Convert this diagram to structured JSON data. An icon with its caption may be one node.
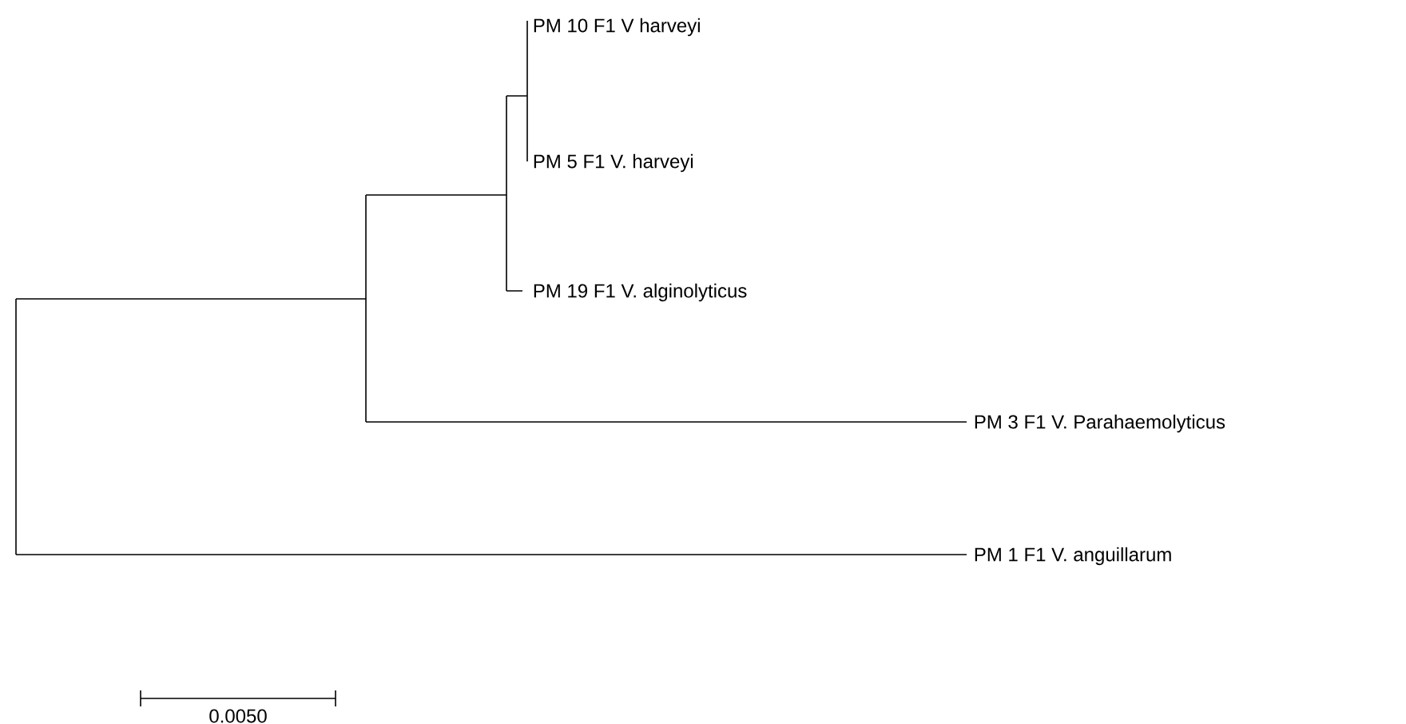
{
  "diagram": {
    "labels": [
      "PM 10 F1 V harveyi",
      "PM 5 F1 V. harveyi",
      "PM 19 F1 V. alginolyticus",
      "PM 3 F1 V. Parahaemolyticus",
      "PM 1 F1 V. anguillarum",
      "0.0050"
    ]
  }
}
